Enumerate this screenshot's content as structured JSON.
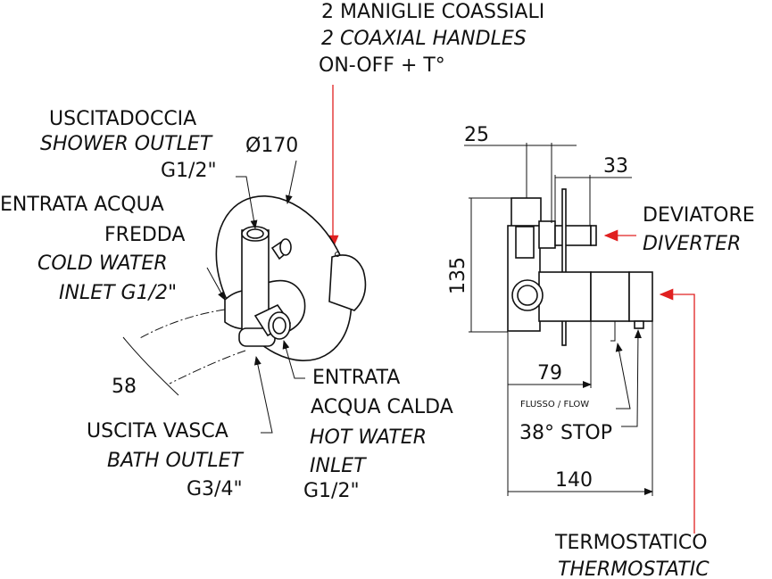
{
  "top_callout": {
    "line1": "2 MANIGLIE COASSIALI",
    "line2": "2 COAXIAL HANDLES",
    "line3": "ON-OFF + T°"
  },
  "shower_outlet": {
    "it": "USCITADOCCIA",
    "en": "SHOWER OUTLET",
    "size": "G1/2\""
  },
  "diameter": "Ø170",
  "cold_inlet": {
    "it1": "ENTRATA ACQUA",
    "it2": "FREDDA",
    "en1": "COLD WATER",
    "en2": "INLET  G1/2\""
  },
  "dim_58": "58",
  "hot_inlet": {
    "it1": "ENTRATA",
    "it2": "ACQUA CALDA",
    "en1": "HOT WATER",
    "en2": "INLET",
    "size": "G1/2\""
  },
  "bath_outlet": {
    "it": "USCITA VASCA",
    "en": "BATH OUTLET",
    "size": "G3/4\""
  },
  "dims_side": {
    "d25": "25",
    "d33": "33",
    "d135": "135",
    "d79": "79",
    "d140": "140"
  },
  "diverter": {
    "it": "DEVIATORE",
    "en": "DIVERTER"
  },
  "flow_label": "FLUSSO / FLOW",
  "stop_label": "38° STOP",
  "thermostatic": {
    "it": "TERMOSTATICO",
    "en": "THERMOSTATIC"
  },
  "colors": {
    "callout_arrow": "#e02020",
    "line": "#111111"
  }
}
